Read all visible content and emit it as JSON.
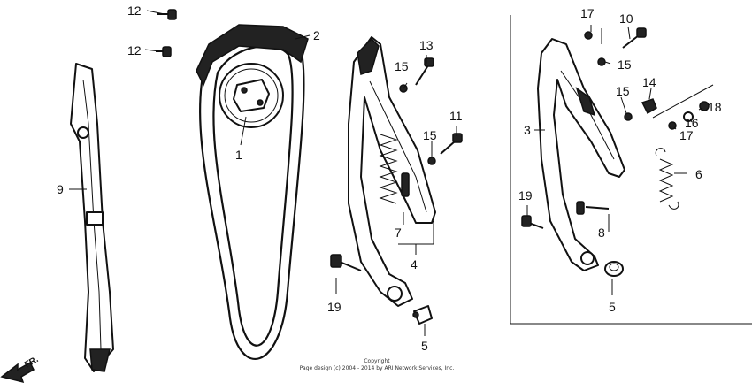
{
  "labels": {
    "p1": "1",
    "p2": "2",
    "p3": "3",
    "p4": "4",
    "p5a": "5",
    "p5b": "5",
    "p6": "6",
    "p7": "7",
    "p8": "8",
    "p9": "9",
    "p10": "10",
    "p11": "11",
    "p12a": "12",
    "p12b": "12",
    "p13": "13",
    "p14": "14",
    "p15a": "15",
    "p15b": "15",
    "p15c": "15",
    "p15d": "15",
    "p16": "16",
    "p17a": "17",
    "p17b": "17",
    "p18": "18",
    "p19a": "19",
    "p19b": "19"
  },
  "copyright": {
    "line1": "Copyright",
    "line2": "Page design (c) 2004 - 2014 by ARI Network Services, Inc."
  },
  "front_arrow": "FR."
}
